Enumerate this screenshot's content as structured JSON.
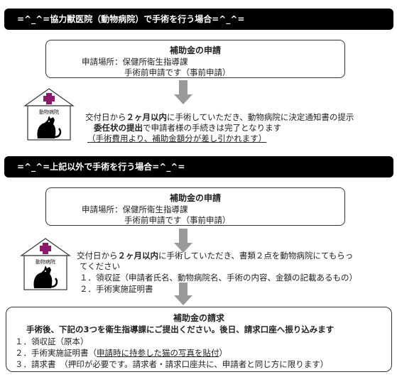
{
  "section1": {
    "banner": "=^_^=協力獣医院（動物病院）で手術を行う場合=^_^=",
    "box": {
      "title": "補助金の申請",
      "place_label": "申請場所：保健所衛生指導課",
      "timing": "手術前申請です（事前申請）"
    },
    "house_label": "動物病院",
    "line1_pre": "交付日から",
    "line1_bold": "２ヶ月以内",
    "line1_post": "に手術していただき、動物病院に決定通知書の提示",
    "line2_bold": "委任状の提出",
    "line2_post": "で申請者様の手続きは完了となります",
    "line3": "（手術費用より、補助金額分が差し引かれます）"
  },
  "section2": {
    "banner": "=^_^=上記以外で手術を行う場合=^_^=",
    "box": {
      "title": "補助金の申請",
      "place_label": "申請場所：保健所衛生指導課",
      "timing": "手術前申請です（事前申請）"
    },
    "house_label": "動物病院",
    "line1_pre": "交付日から",
    "line1_bold": "２ヶ月以内",
    "line1_post": "に手術していただき、書類２点を動物病院にてもらっ",
    "line2": "てください",
    "item1": "１．領収証（申請者氏名、動物病院名、手術の内容、金額の記載あるもの）",
    "item2": "２．手術実施証明書"
  },
  "claim": {
    "title": "補助金の請求",
    "subtitle": "手術後、下記の3つを衛生指導課にご提出ください。後日、請求口座へ振り込みます",
    "item1": "１．領収証（原本）",
    "item2_pre": "２．手術実施証明書（",
    "item2_underline": "申請時に持参した猫の写真を貼付",
    "item2_post": "）",
    "item3": "３．請求書　（押印が必要です。請求者・請求口座共に、申請者と同じ方に限ります）"
  },
  "colors": {
    "banner_bg": "#000000",
    "cross": "#8b1a6b",
    "arrow": "#9a9a9a"
  }
}
